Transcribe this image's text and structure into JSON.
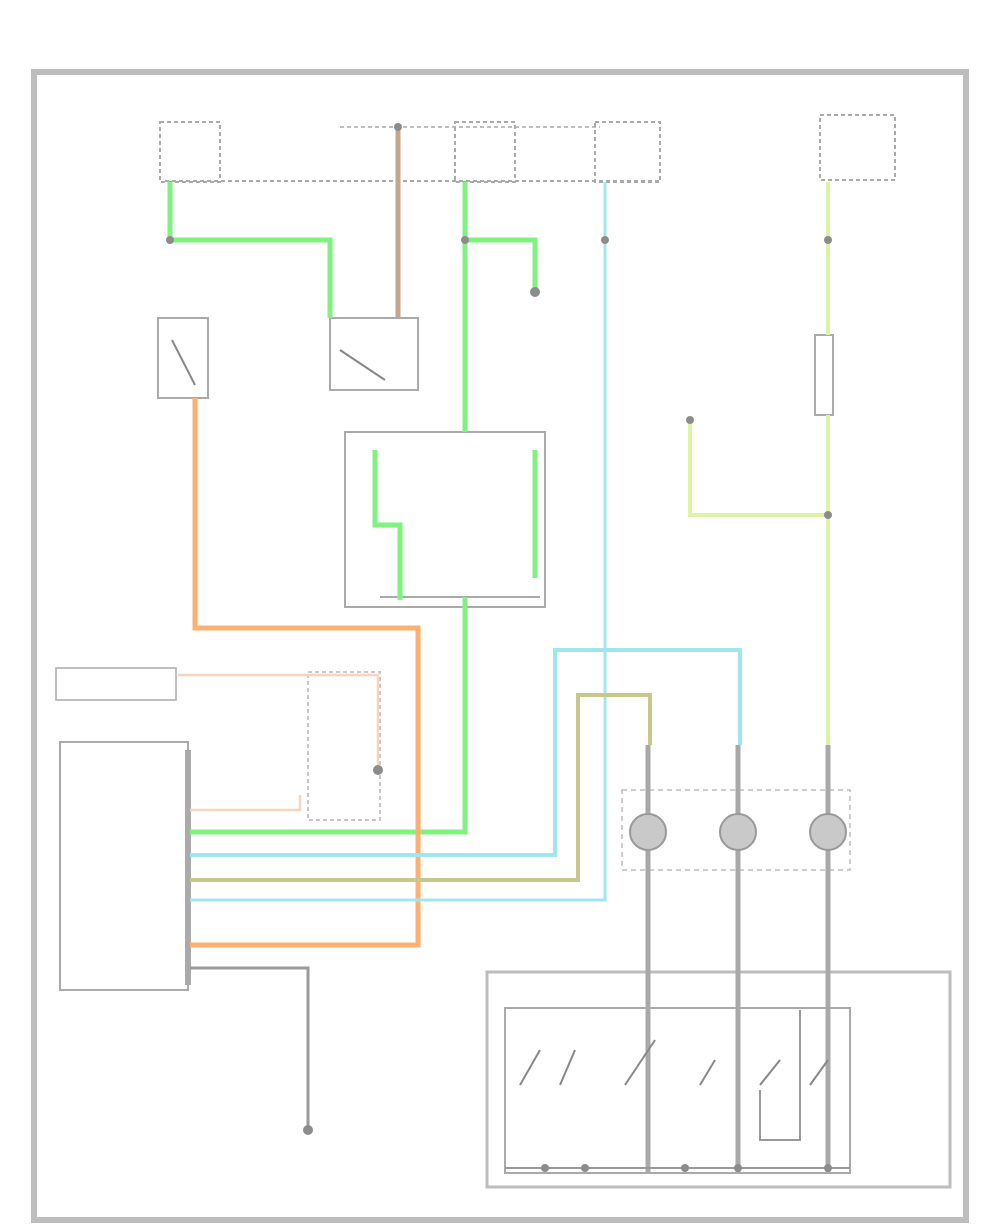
{
  "diagram": {
    "title": "",
    "figure_id": "",
    "colors": {
      "frame": "#bdbdbd",
      "line": "#9a9a9a",
      "tan": "#c7a58a",
      "green": "#7ff27f",
      "orange": "#ffb070",
      "cyan": "#9fe7ef",
      "yellowgreen": "#dcf5a2",
      "olive": "#c8c88c",
      "peach": "#f6d4bd",
      "gray_fill": "#c9c9c9"
    },
    "labels": [],
    "components": [
      {
        "id": "fuse-box-left",
        "kind": "fuse-panel"
      },
      {
        "id": "fuse-box-center",
        "kind": "fuse-panel"
      },
      {
        "id": "fuse-box-right",
        "kind": "fuse-panel"
      },
      {
        "id": "pressure-switch",
        "kind": "switch"
      },
      {
        "id": "brake-switch",
        "kind": "switch"
      },
      {
        "id": "dimmer-module",
        "kind": "module"
      },
      {
        "id": "control-module",
        "kind": "module"
      },
      {
        "id": "relay-center",
        "kind": "relay"
      },
      {
        "id": "lamp-left",
        "kind": "lamp"
      },
      {
        "id": "lamp-center",
        "kind": "lamp"
      },
      {
        "id": "lamp-right",
        "kind": "lamp"
      },
      {
        "id": "switch-assembly",
        "kind": "switch-assembly"
      },
      {
        "id": "ground-point",
        "kind": "ground"
      }
    ]
  }
}
